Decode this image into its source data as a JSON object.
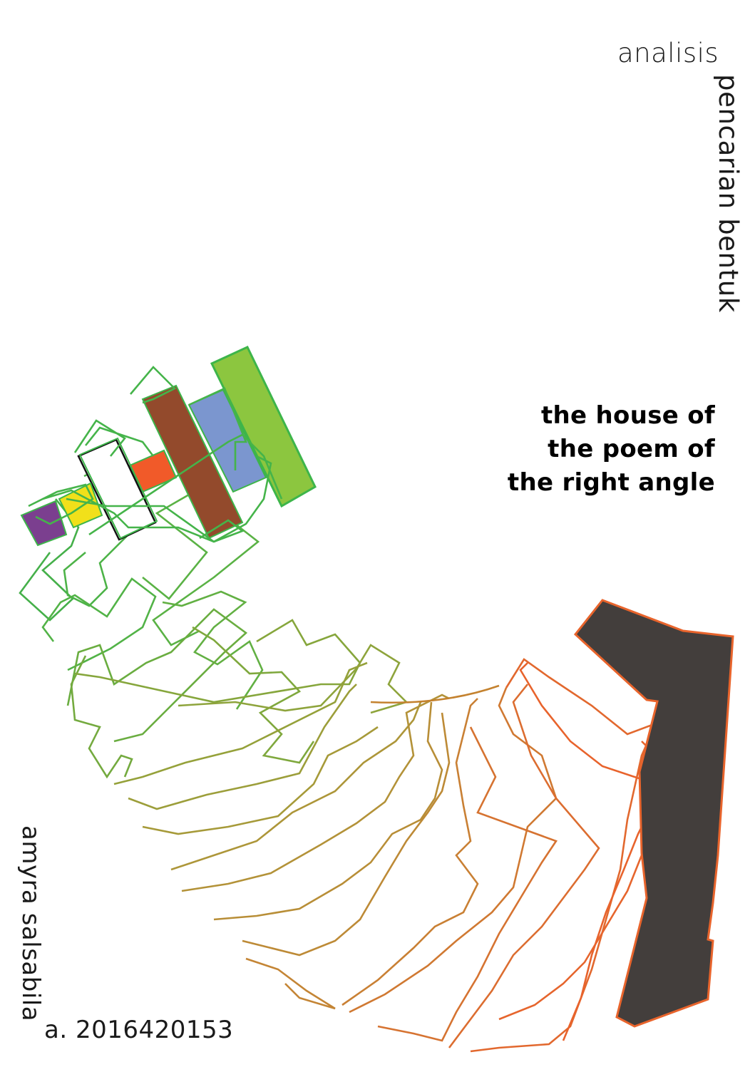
{
  "header": {
    "label_top": "analisis",
    "label_vertical": "pencarian bentuk"
  },
  "title": {
    "lines": [
      "the house of",
      "the poem of",
      "the right angle"
    ]
  },
  "author": {
    "name": "amyra salsabila",
    "student_id": "a. 2016420153"
  },
  "colors": {
    "background": "#ffffff",
    "outline_green": "#3db54a",
    "outline_olive": "#8aa33a",
    "outline_gold": "#b8953a",
    "outline_orange": "#e8642c",
    "block_lime": "#8cc63f",
    "block_blue": "#7b96cf",
    "block_brown": "#934a2c",
    "block_orange": "#f15a29",
    "block_yellow": "#f1e01a",
    "block_purple": "#7b3f8f",
    "block_dark": "#433e3c"
  }
}
